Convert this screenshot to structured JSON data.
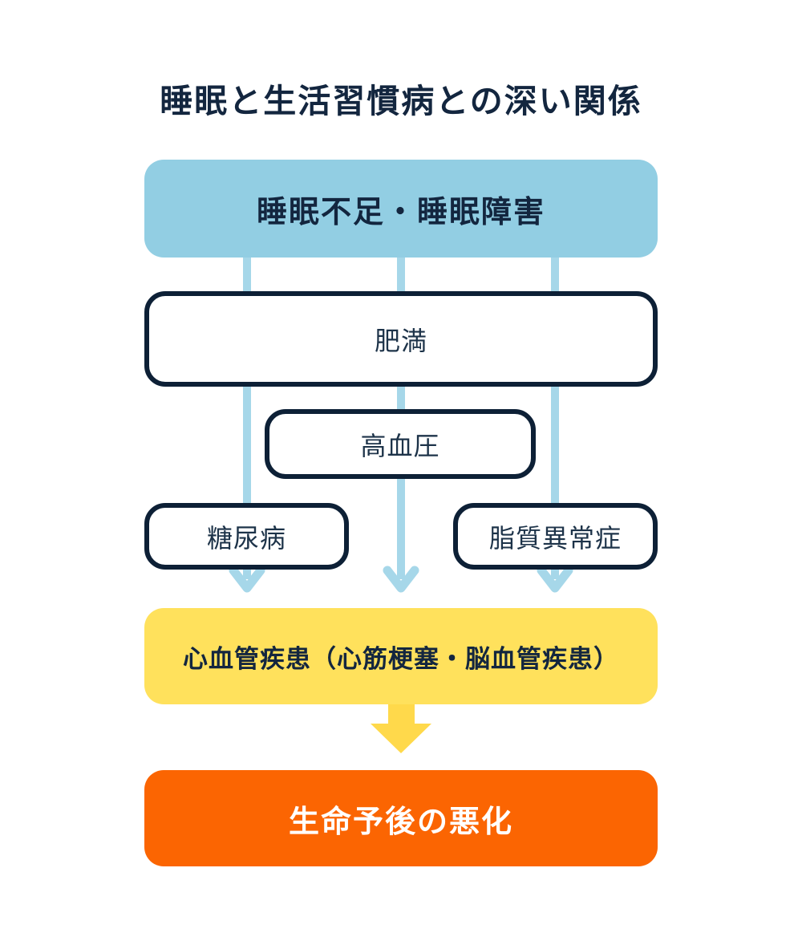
{
  "title": "睡眠と生活習慣病との深い関係",
  "nodes": {
    "sleep_problem": {
      "label": "睡眠不足・睡眠障害"
    },
    "obesity": {
      "label": "肥満"
    },
    "hypertension": {
      "label": "高血圧"
    },
    "diabetes": {
      "label": "糖尿病"
    },
    "dyslipidemia": {
      "label": "脂質異常症"
    },
    "cardiovascular": {
      "label": "心血管疾患（心筋梗塞・脳血管疾患）"
    },
    "outcome": {
      "label": "生命予後の悪化"
    }
  },
  "flow": {
    "from": "睡眠不足・睡眠障害",
    "through": [
      "肥満",
      "高血圧",
      "糖尿病",
      "脂質異常症"
    ],
    "then": "心血管疾患（心筋梗塞・脳血管疾患）",
    "finally": "生命予後の悪化"
  },
  "colors": {
    "bg": "#ffffff",
    "navy": "#13263f",
    "navy-border": "#0d2036",
    "text-regular": "#1d3349",
    "box-blue": "#92cee3",
    "line-blue": "#a6d7e9",
    "box-yellow": "#ffe15c",
    "arrow-yellow": "#ffd94b",
    "box-orange": "#fb6502",
    "text-white": "#ffffff"
  }
}
